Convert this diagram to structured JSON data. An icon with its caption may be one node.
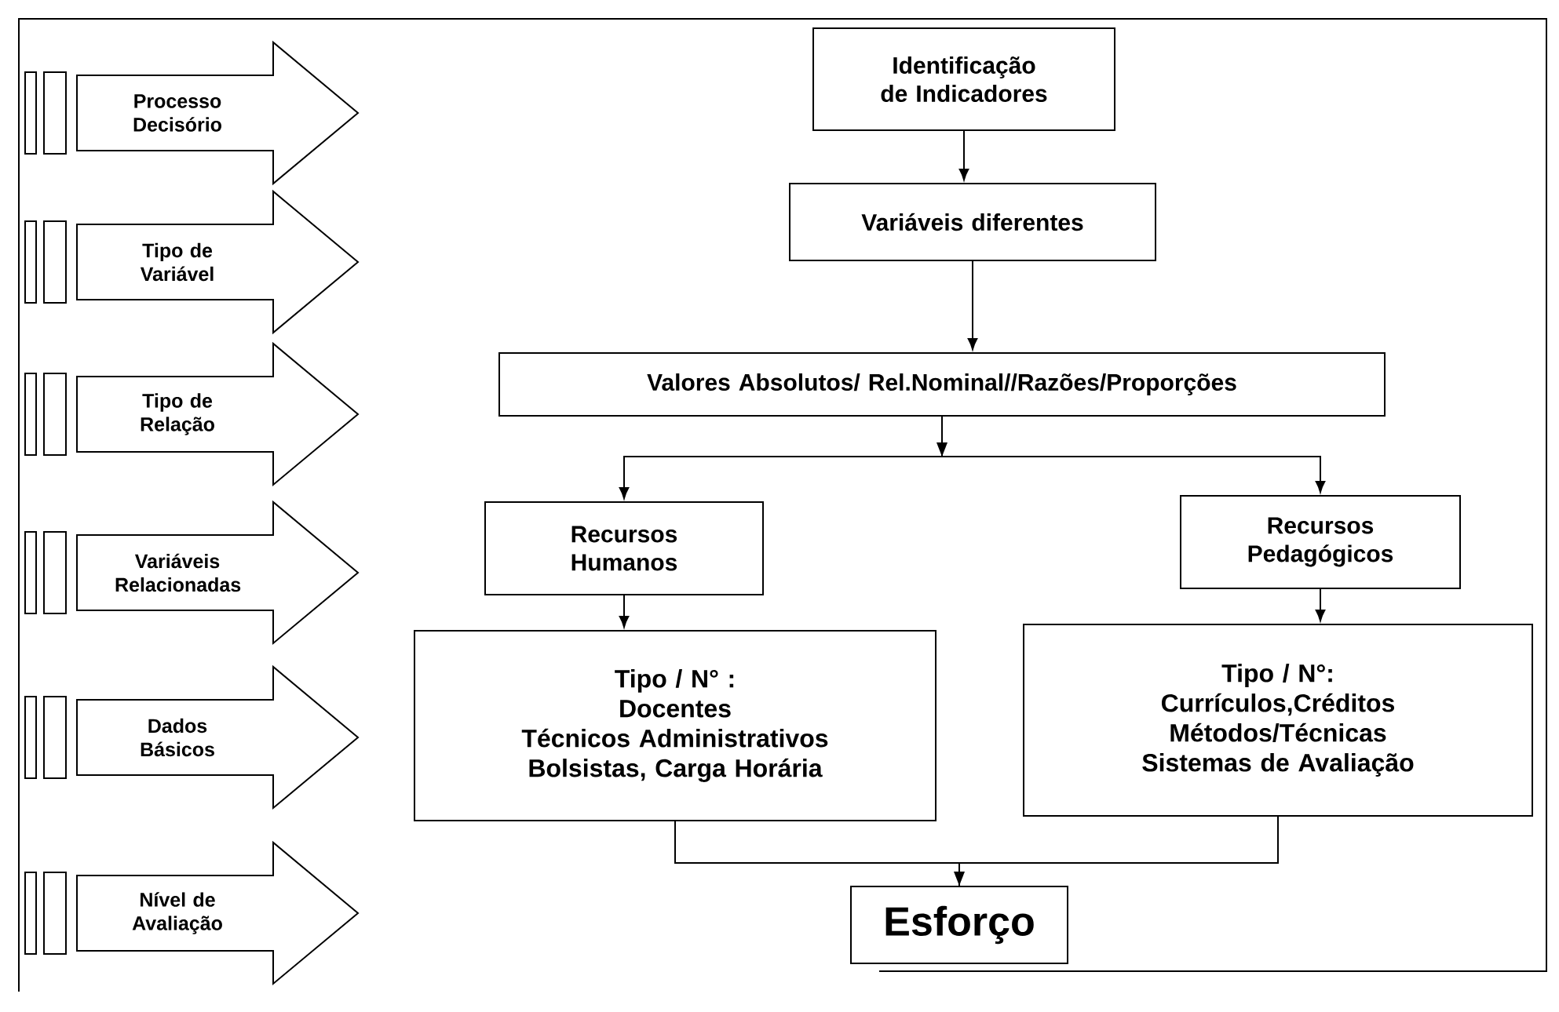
{
  "diagram": {
    "nodes": [
      {
        "text": [
          "Processo Decisório"
        ]
      },
      {
        "text": [
          "Tipo de Variável"
        ]
      },
      {
        "text": [
          "Tipo de Relação"
        ]
      },
      {
        "text": [
          "Variáveis Relacionadas"
        ]
      },
      {
        "text": [
          "Dados Básicos"
        ]
      },
      {
        "text": [
          "Nível de Avaliação"
        ]
      },
      {
        "text": [
          "Identificação de Indicadores"
        ]
      },
      {
        "text": [
          "Variáveis diferentes"
        ]
      },
      {
        "text": [
          "Valores Absolutos/ Rel.Nominal//Razões/Proporções"
        ]
      },
      {
        "text": [
          "Recursos Humanos"
        ]
      },
      {
        "text": [
          "Recursos Pedagógicos"
        ]
      },
      {
        "text": [
          "Tipo / N° :",
          "Docentes",
          "Técnicos Administrativos",
          "Bolsistas, Carga Horária"
        ]
      },
      {
        "text": [
          "Tipo / N°:",
          "Currículos,Créditos",
          "Métodos/Técnicas",
          "Sistemas de Avaliação"
        ]
      },
      {
        "text": [
          "Esforço"
        ]
      }
    ],
    "edges": [
      {
        "from": 6,
        "to": 7,
        "arrow": "to"
      },
      {
        "from": 7,
        "to": 8,
        "arrow": "to"
      },
      {
        "from": 8,
        "to": 9,
        "arrow": "to"
      },
      {
        "from": 8,
        "to": 10,
        "arrow": "to"
      },
      {
        "from": 9,
        "to": 11,
        "arrow": "to"
      },
      {
        "from": 10,
        "to": 12,
        "arrow": "to"
      },
      {
        "from": 11,
        "to": 13,
        "arrow": "to"
      },
      {
        "from": 12,
        "to": 13,
        "arrow": "to"
      }
    ]
  }
}
